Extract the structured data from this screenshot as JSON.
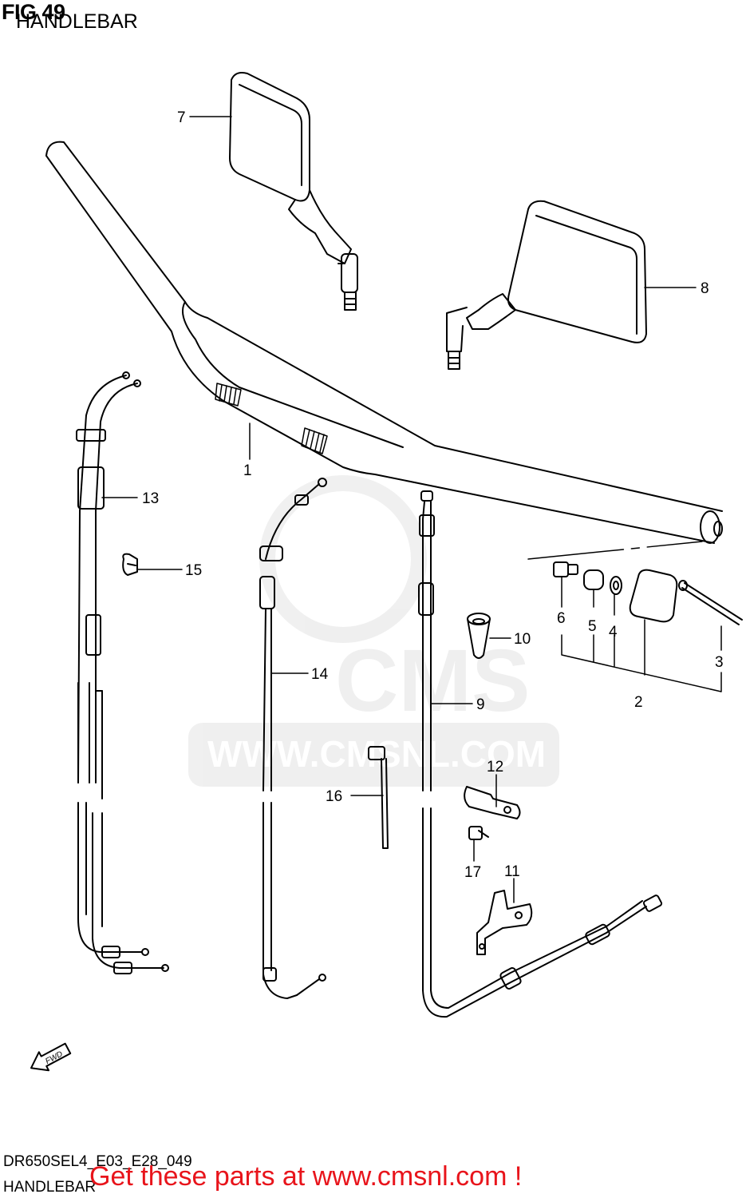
{
  "header": {
    "fig_number": "FIG 49",
    "title": "HANDLEBAR"
  },
  "footer": {
    "ref_code": "DR650SEL4_E03_E28_049",
    "title": "HANDLEBAR",
    "promo": "Get these parts at www.cmsnl.com !",
    "promo_color": "#e8141b"
  },
  "watermark": {
    "text": "WWW.CMSNL.COM",
    "logo": "CMS"
  },
  "fwd_label": "FWD",
  "callouts": [
    "1",
    "2",
    "3",
    "4",
    "5",
    "6",
    "7",
    "8",
    "9",
    "10",
    "11",
    "12",
    "13",
    "14",
    "15",
    "16",
    "17"
  ],
  "icons": {
    "fwd": "fwd-arrow-icon",
    "logo": "cms-mascot-logo"
  }
}
